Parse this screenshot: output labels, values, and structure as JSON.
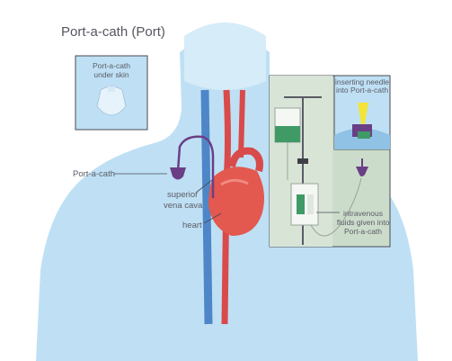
{
  "title": "Port-a-cath (Port)",
  "inset_under_skin": {
    "line1": "Port-a-cath",
    "line2": "under skin"
  },
  "labels": {
    "port": "Port-a-cath",
    "svc_line1": "superior",
    "svc_line2": "vena cava",
    "heart": "heart"
  },
  "panel": {
    "needle_line1": "inserting needle",
    "needle_line2": "into Port-a-cath",
    "fluids_line1": "intravenous",
    "fluids_line2": "fluids given into",
    "fluids_line3": "Port-a-cath"
  },
  "colors": {
    "body": "#bfe0f4",
    "body_light": "#d6ecf8",
    "vein": "#4e86c8",
    "artery": "#d94a4a",
    "heart": "#e3584f",
    "port": "#6a3f86",
    "panel_bg": "#ccdccb",
    "fluid": "#3f9a66",
    "needle_tip": "#f2e43a"
  }
}
